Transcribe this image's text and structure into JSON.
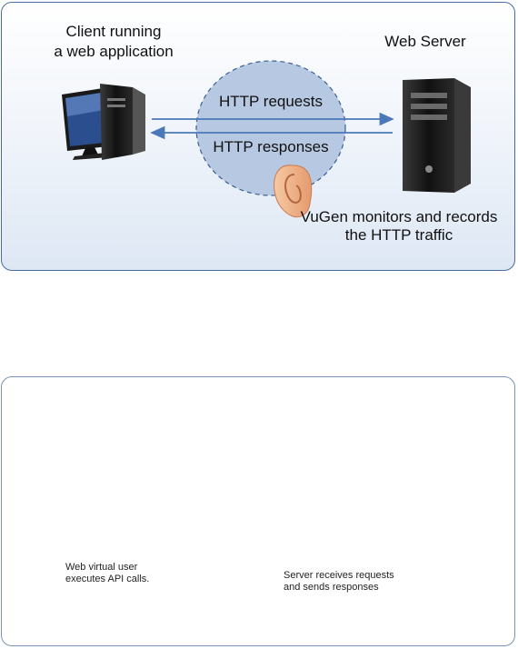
{
  "top": {
    "client_label_line1": "Client running",
    "client_label_line2": "a web application",
    "server_label": "Web Server",
    "requests_label": "HTTP requests",
    "responses_label": "HTTP responses",
    "monitor_line1": "VuGen monitors and records",
    "monitor_line2": "the HTTP traffic"
  },
  "bottom": {
    "client_line1": "Web virtual user",
    "client_line2": "executes API calls.",
    "server_line1": "Server receives requests",
    "server_line2": "and sends responses"
  },
  "colors": {
    "panel_border": "#4a6d9c",
    "ellipse_fill": "#b6c8e2",
    "arrow": "#4a78b8"
  }
}
